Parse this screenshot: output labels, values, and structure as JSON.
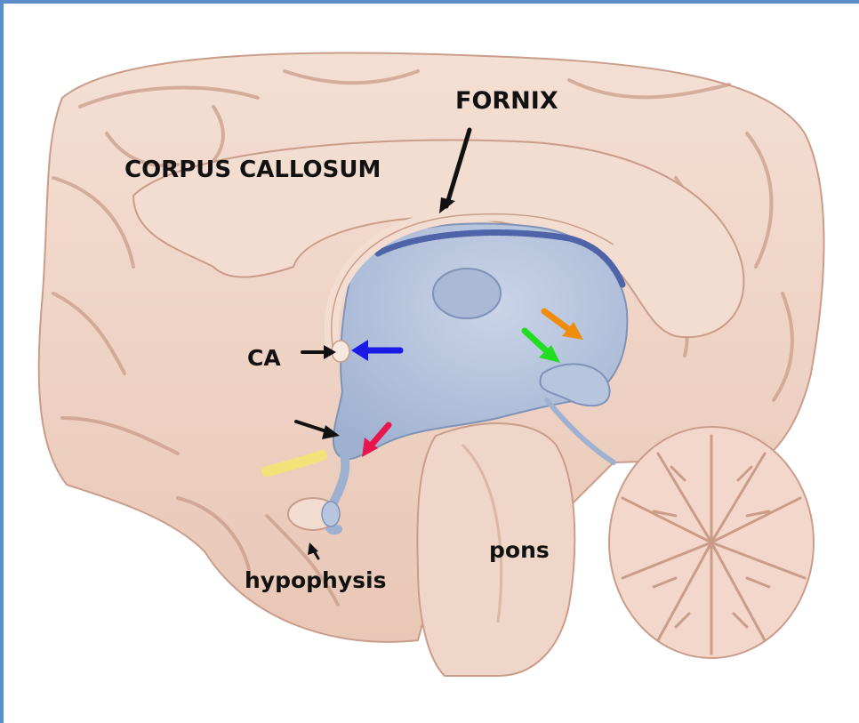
{
  "labels": {
    "fornix": "FORNIX",
    "corpus_callosum": "CORPUS CALLOSUM",
    "ca": "CA",
    "hypophysis": "hypophysis",
    "pons": "pons"
  },
  "colors": {
    "frame": "#5a8ec9",
    "brain_tissue": "#f2d9cc",
    "ventricle": "#b7c6df",
    "arrow_black": "#111111",
    "arrow_blue": "#1a1ae6",
    "arrow_orange": "#f08c10",
    "arrow_green": "#22dd22",
    "arrow_red": "#e8154f"
  }
}
